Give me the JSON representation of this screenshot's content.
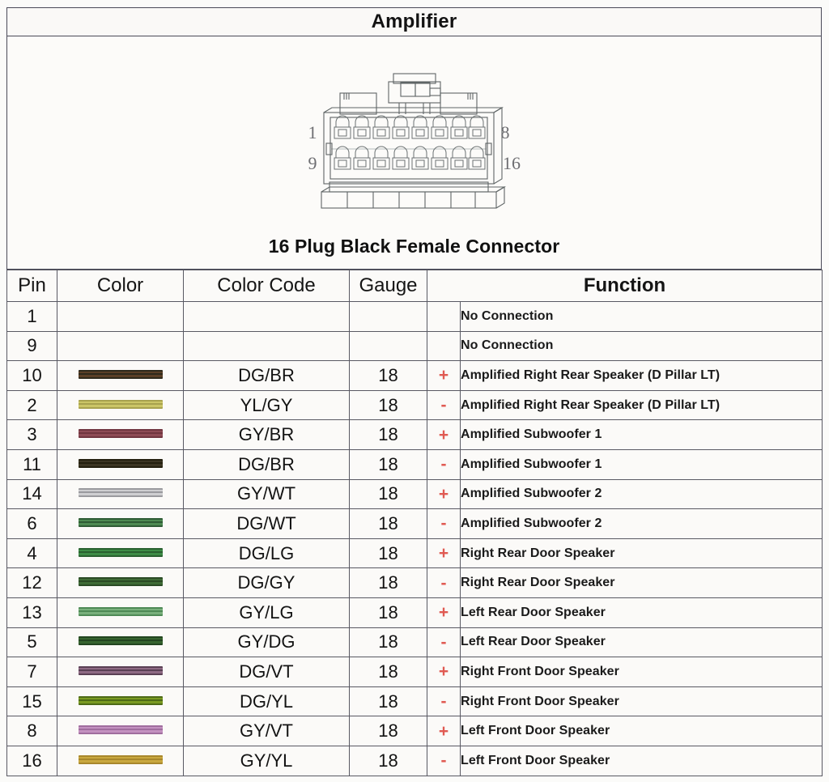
{
  "header": {
    "title": "Amplifier"
  },
  "diagram": {
    "caption": "16 Plug Black Female Connector",
    "pin_labels": {
      "top_left": "1",
      "top_right": "8",
      "bottom_left": "9",
      "bottom_right": "16"
    }
  },
  "table": {
    "columns": [
      "Pin",
      "Color",
      "Color Code",
      "Gauge",
      "",
      "Function"
    ],
    "headers": {
      "pin": "Pin",
      "color": "Color",
      "color_code": "Color Code",
      "gauge": "Gauge",
      "function": "Function"
    },
    "rows": [
      {
        "pin": "1",
        "swatch": null,
        "code": "",
        "gauge": "",
        "polarity": "",
        "function": "No Connection"
      },
      {
        "pin": "9",
        "swatch": null,
        "code": "",
        "gauge": "",
        "polarity": "",
        "function": "No Connection"
      },
      {
        "pin": "10",
        "swatch": {
          "base": "#5a3f26",
          "stripe": "#2e2a1c"
        },
        "code": "DG/BR",
        "gauge": "18",
        "polarity": "+",
        "function": "Amplified Right Rear Speaker (D Pillar LT)"
      },
      {
        "pin": "2",
        "swatch": {
          "base": "#cbc566",
          "stripe": "#a8a24e"
        },
        "code": "YL/GY",
        "gauge": "18",
        "polarity": "-",
        "function": "Amplified Right Rear Speaker (D Pillar LT)"
      },
      {
        "pin": "3",
        "swatch": {
          "base": "#8e4b55",
          "stripe": "#70353f"
        },
        "code": "GY/BR",
        "gauge": "18",
        "polarity": "+",
        "function": "Amplified Subwoofer 1"
      },
      {
        "pin": "11",
        "swatch": {
          "base": "#3c3523",
          "stripe": "#24200f"
        },
        "code": "DG/BR",
        "gauge": "18",
        "polarity": "-",
        "function": "Amplified Subwoofer 1"
      },
      {
        "pin": "14",
        "swatch": {
          "base": "#cfcfd1",
          "stripe": "#9a9a9e"
        },
        "code": "GY/WT",
        "gauge": "18",
        "polarity": "+",
        "function": "Amplified Subwoofer 2"
      },
      {
        "pin": "6",
        "swatch": {
          "base": "#4e8a52",
          "stripe": "#2f5c35"
        },
        "code": "DG/WT",
        "gauge": "18",
        "polarity": "-",
        "function": "Amplified Subwoofer 2"
      },
      {
        "pin": "4",
        "swatch": {
          "base": "#3e8c47",
          "stripe": "#2a6130"
        },
        "code": "DG/LG",
        "gauge": "18",
        "polarity": "+",
        "function": "Right Rear Door Speaker"
      },
      {
        "pin": "12",
        "swatch": {
          "base": "#3f6b36",
          "stripe": "#2b4b25"
        },
        "code": "DG/GY",
        "gauge": "18",
        "polarity": "-",
        "function": "Right Rear Door Speaker"
      },
      {
        "pin": "13",
        "swatch": {
          "base": "#79b07c",
          "stripe": "#4f8a56"
        },
        "code": "GY/LG",
        "gauge": "18",
        "polarity": "+",
        "function": "Left Rear Door Speaker"
      },
      {
        "pin": "5",
        "swatch": {
          "base": "#37642f",
          "stripe": "#234520"
        },
        "code": "GY/DG",
        "gauge": "18",
        "polarity": "-",
        "function": "Left Rear Door Speaker"
      },
      {
        "pin": "7",
        "swatch": {
          "base": "#8e6a84",
          "stripe": "#5a4054"
        },
        "code": "DG/VT",
        "gauge": "18",
        "polarity": "+",
        "function": "Right Front  Door Speaker"
      },
      {
        "pin": "15",
        "swatch": {
          "base": "#7a9a22",
          "stripe": "#4e6a17"
        },
        "code": "DG/YL",
        "gauge": "18",
        "polarity": "-",
        "function": "Right Front  Door Speaker"
      },
      {
        "pin": "8",
        "swatch": {
          "base": "#c391c0",
          "stripe": "#a06d9e"
        },
        "code": "GY/VT",
        "gauge": "18",
        "polarity": "+",
        "function": "Left Front  Door Speaker"
      },
      {
        "pin": "16",
        "swatch": {
          "base": "#c9a83f",
          "stripe": "#a8872c"
        },
        "code": "GY/YL",
        "gauge": "18",
        "polarity": "-",
        "function": "Left Front  Door Speaker"
      }
    ]
  }
}
